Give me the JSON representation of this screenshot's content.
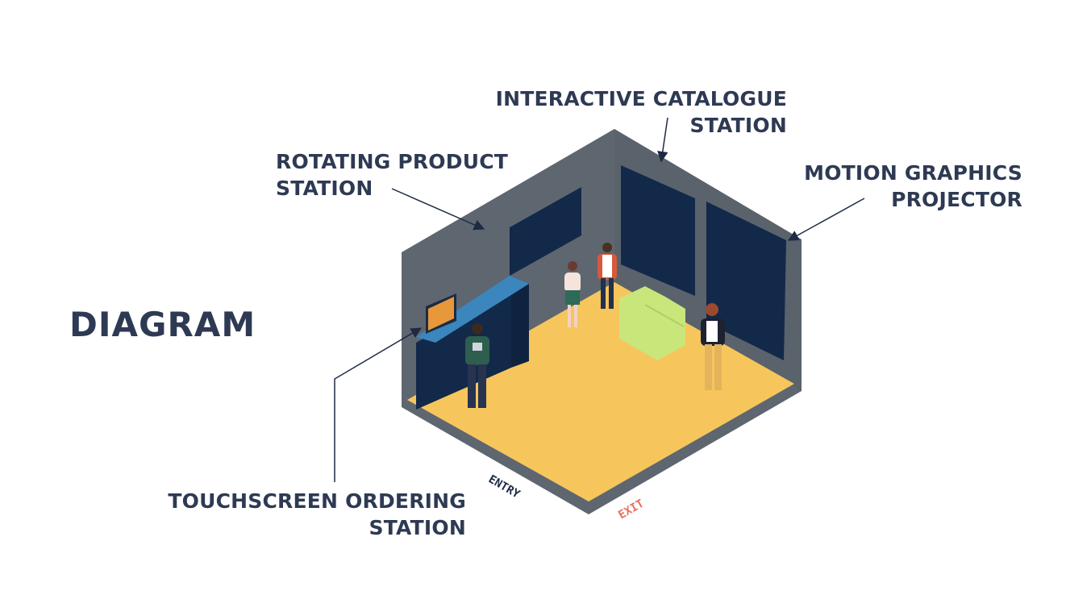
{
  "title": "DIAGRAM",
  "labels": {
    "interactive_catalogue": [
      "INTERACTIVE CATALOGUE",
      "STATION"
    ],
    "rotating_product": [
      "ROTATING PRODUCT",
      "STATION"
    ],
    "motion_graphics": [
      "MOTION GRAPHICS",
      "PROJECTOR"
    ],
    "touchscreen_ordering": [
      "TOUCHSCREEN ORDERING",
      "STATION"
    ]
  },
  "signs": {
    "entry": "ENTRY",
    "exit": "EXIT"
  },
  "colors": {
    "text": "#2e3a53",
    "wall": "#5e6670",
    "floor": "#f6c65c",
    "panel": "#12294a",
    "counter_top": "#3a86bd",
    "screen": "#e6983a",
    "cube": "#c8e67a",
    "exit": "#e8705a"
  }
}
